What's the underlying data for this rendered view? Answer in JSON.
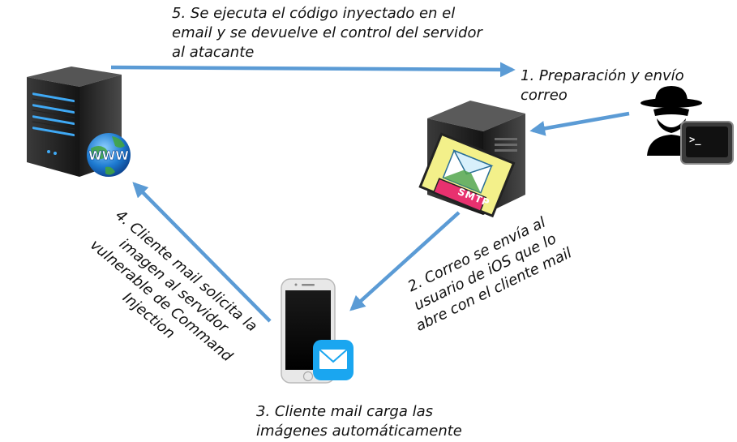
{
  "steps": {
    "step1": [
      "1. Preparación y envío",
      "correo"
    ],
    "step2": [
      "2. Correo se envía al",
      "usuario de iOS que lo",
      "abre con el cliente mail"
    ],
    "step3": [
      "3. Cliente mail carga las",
      "imágenes automáticamente"
    ],
    "step4": [
      "4. Cliente mail solicita la",
      "imagen al servidor",
      "vulnerable de Command",
      "Injection"
    ],
    "step5": [
      "5. Se ejecuta el código inyectado en el",
      "email y se devuelve el control del servidor",
      "al atacante"
    ]
  },
  "icons": {
    "server": "server-icon",
    "globe_badge": "WWW",
    "smtp_badge": "SMTP",
    "attacker": "hacker-icon",
    "terminal_prompt": ">_",
    "phone": "iphone-icon",
    "mail": "mail-icon"
  },
  "colors": {
    "arrow": "#5b9bd5",
    "server_dark": "#2b2b2b",
    "server_led": "#3fa9f5",
    "smtp_pink": "#e8316f",
    "envelope_yellow": "#f3f08a",
    "mail_blue": "#1aa6f0"
  }
}
